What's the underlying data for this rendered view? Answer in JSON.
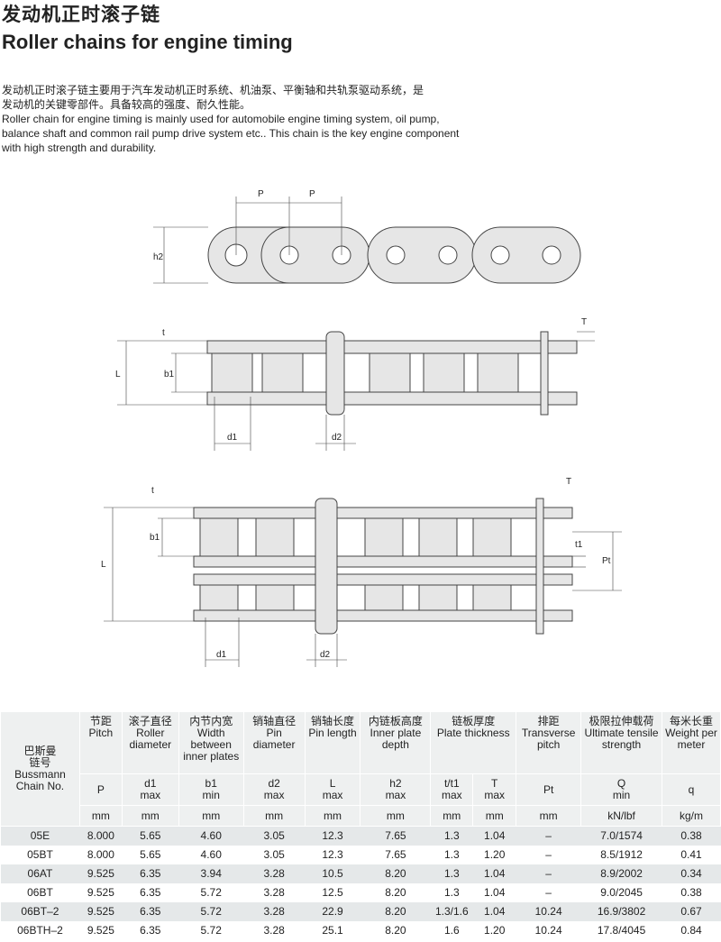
{
  "title_cn": "发动机正时滚子链",
  "title_en": "Roller chains for engine timing",
  "description": [
    "发动机正时滚子链主要用于汽车发动机正时系统、机油泵、平衡轴和共轨泵驱动系统，是",
    "发动机的关键零部件。具备较高的强度、耐久性能。",
    "Roller chain for engine timing is mainly used for automobile engine timing system, oil pump,",
    "balance shaft and common rail pump drive system etc.. This chain is the key engine component",
    "with high strength and durability."
  ],
  "diagram_labels": {
    "P": "P",
    "h2": "h2",
    "t": "t",
    "T": "T",
    "L": "L",
    "b1": "b1",
    "d1": "d1",
    "d2": "d2",
    "t1": "t1",
    "Pt": "Pt"
  },
  "table": {
    "chain_header": [
      "巴斯曼",
      "链号",
      "Bussmann",
      "Chain No."
    ],
    "columns": [
      {
        "cn": "节距",
        "en": "Pitch",
        "sym": "P",
        "sub": "",
        "unit": "mm"
      },
      {
        "cn": "滚子直径",
        "en": "Roller diameter",
        "sym": "d1",
        "sub": "max",
        "unit": "mm"
      },
      {
        "cn": "内节内宽",
        "en": "Width between inner plates",
        "sym": "b1",
        "sub": "min",
        "unit": "mm"
      },
      {
        "cn": "销轴直径",
        "en": "Pin diameter",
        "sym": "d2",
        "sub": "max",
        "unit": "mm"
      },
      {
        "cn": "销轴长度",
        "en": "Pin length",
        "sym": "L",
        "sub": "max",
        "unit": "mm"
      },
      {
        "cn": "内链板高度",
        "en": "Inner plate depth",
        "sym": "h2",
        "sub": "max",
        "unit": "mm"
      },
      {
        "cn": "链板厚度",
        "en": "Plate thickness",
        "sym": "t/t1",
        "sub": "max",
        "unit": "mm",
        "sym2": "T",
        "sub2": "max",
        "unit2": "mm"
      },
      {
        "cn": "排距",
        "en": "Transverse pitch",
        "sym": "Pt",
        "sub": "",
        "unit": "mm"
      },
      {
        "cn": "极限拉伸载荷",
        "en": "Ultimate tensile strength",
        "sym": "Q",
        "sub": "min",
        "unit": "kN/lbf"
      },
      {
        "cn": "每米长重",
        "en": "Weight per meter",
        "sym": "q",
        "sub": "",
        "unit": "kg/m"
      }
    ],
    "rows": [
      [
        "05E",
        "8.000",
        "5.65",
        "4.60",
        "3.05",
        "12.3",
        "7.65",
        "1.3",
        "1.04",
        "–",
        "7.0/1574",
        "0.38"
      ],
      [
        "05BT",
        "8.000",
        "5.65",
        "4.60",
        "3.05",
        "12.3",
        "7.65",
        "1.3",
        "1.20",
        "–",
        "8.5/1912",
        "0.41"
      ],
      [
        "06AT",
        "9.525",
        "6.35",
        "3.94",
        "3.28",
        "10.5",
        "8.20",
        "1.3",
        "1.04",
        "–",
        "8.9/2002",
        "0.34"
      ],
      [
        "06BT",
        "9.525",
        "6.35",
        "5.72",
        "3.28",
        "12.5",
        "8.20",
        "1.3",
        "1.04",
        "–",
        "9.0/2045",
        "0.38"
      ],
      [
        "06BT–2",
        "9.525",
        "6.35",
        "5.72",
        "3.28",
        "22.9",
        "8.20",
        "1.3/1.6",
        "1.04",
        "10.24",
        "16.9/3802",
        "0.67"
      ],
      [
        "06BTH–2",
        "9.525",
        "6.35",
        "5.72",
        "3.28",
        "25.1",
        "8.20",
        "1.6",
        "1.20",
        "10.24",
        "17.8/4045",
        "0.84"
      ]
    ]
  }
}
